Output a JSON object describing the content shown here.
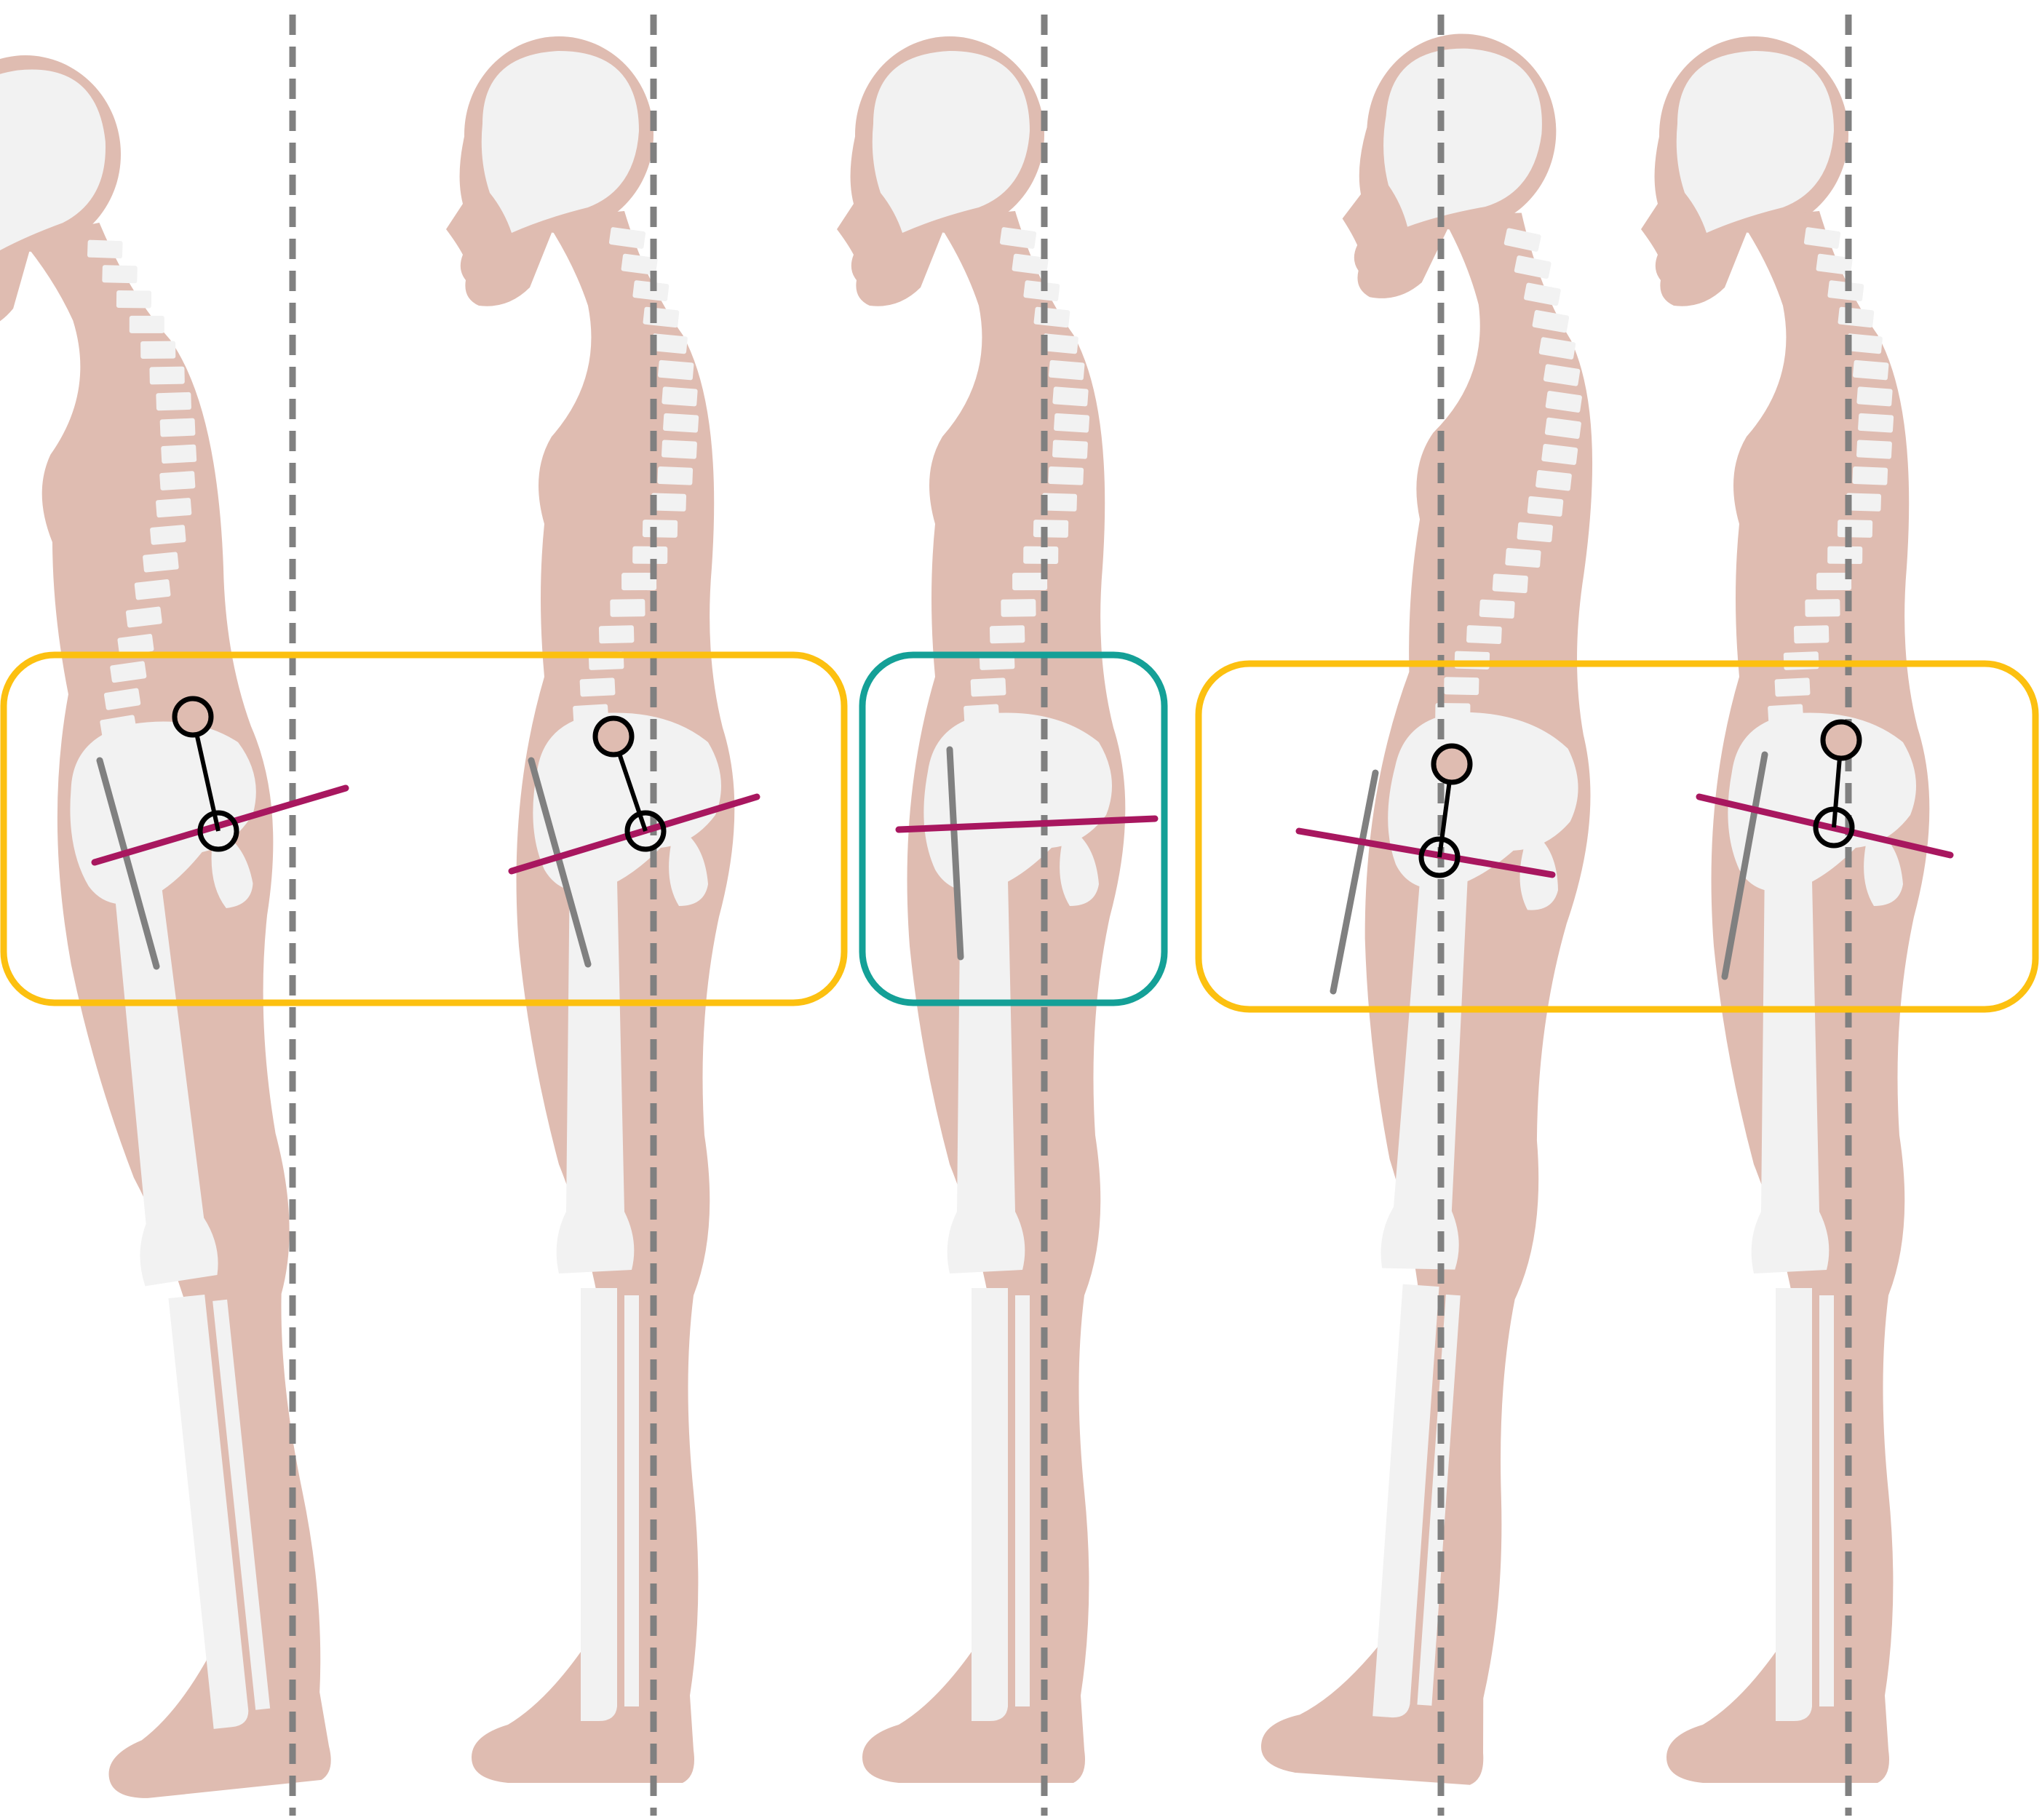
{
  "colors": {
    "background": "#ffffff",
    "skin": "#dfbcb1",
    "bone": "#f2f2f2",
    "plumb_line": "#808080",
    "pelvic_tilt_line": "#a8175f",
    "femur_line": "#808080",
    "joint_marker_stroke": "#000000",
    "abnormal_box": "#fcc010",
    "normal_box": "#14a097"
  },
  "icons": {
    "joint_marker": "circle-marker-icon"
  },
  "figures": [
    {
      "id": "figure-1",
      "posture": "leaning-back",
      "pelvis_box": "abnormal",
      "has_joint_markers": true,
      "pelvic_tilt_direction": "anterior"
    },
    {
      "id": "figure-2",
      "posture": "sway-back",
      "pelvis_box": "abnormal",
      "has_joint_markers": true,
      "pelvic_tilt_direction": "anterior"
    },
    {
      "id": "figure-3",
      "posture": "neutral",
      "pelvis_box": "normal",
      "has_joint_markers": false,
      "pelvic_tilt_direction": "level"
    },
    {
      "id": "figure-4",
      "posture": "flat-back-forward-head",
      "pelvis_box": "abnormal",
      "has_joint_markers": true,
      "pelvic_tilt_direction": "posterior"
    },
    {
      "id": "figure-5",
      "posture": "flat-back",
      "pelvis_box": "abnormal",
      "has_joint_markers": true,
      "pelvic_tilt_direction": "posterior"
    }
  ],
  "pelvis_boxes": [
    {
      "id": "box-left",
      "type": "abnormal",
      "covers": [
        "figure-1",
        "figure-2"
      ]
    },
    {
      "id": "box-center",
      "type": "normal",
      "covers": [
        "figure-3"
      ]
    },
    {
      "id": "box-right",
      "type": "abnormal",
      "covers": [
        "figure-4",
        "figure-5"
      ]
    }
  ]
}
